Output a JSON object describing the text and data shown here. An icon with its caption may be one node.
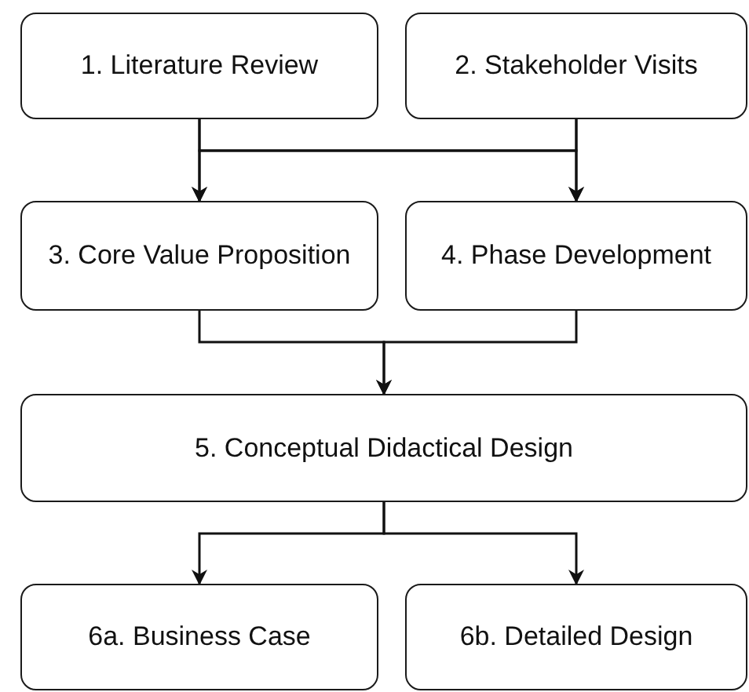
{
  "diagram": {
    "nodes": [
      {
        "text": [
          "1. Literature Review"
        ]
      },
      {
        "text": [
          "2. Stakeholder Visits"
        ]
      },
      {
        "text": [
          "3. Core Value Proposition"
        ]
      },
      {
        "text": [
          "4. Phase Development"
        ]
      },
      {
        "text": [
          "5. Conceptual Didactical Design"
        ]
      },
      {
        "text": [
          "6a. Business Case"
        ]
      },
      {
        "text": [
          "6b. Detailed Design"
        ]
      }
    ],
    "edges": [
      {
        "from": 0,
        "to": 2,
        "arrow": "to"
      },
      {
        "from": 0,
        "to": 3,
        "arrow": "to"
      },
      {
        "from": 1,
        "to": 2,
        "arrow": "to"
      },
      {
        "from": 1,
        "to": 3,
        "arrow": "to"
      },
      {
        "from": 2,
        "to": 4,
        "arrow": "to"
      },
      {
        "from": 3,
        "to": 4,
        "arrow": "to"
      },
      {
        "from": 4,
        "to": 5,
        "arrow": "to"
      },
      {
        "from": 4,
        "to": 6,
        "arrow": "to"
      }
    ]
  }
}
